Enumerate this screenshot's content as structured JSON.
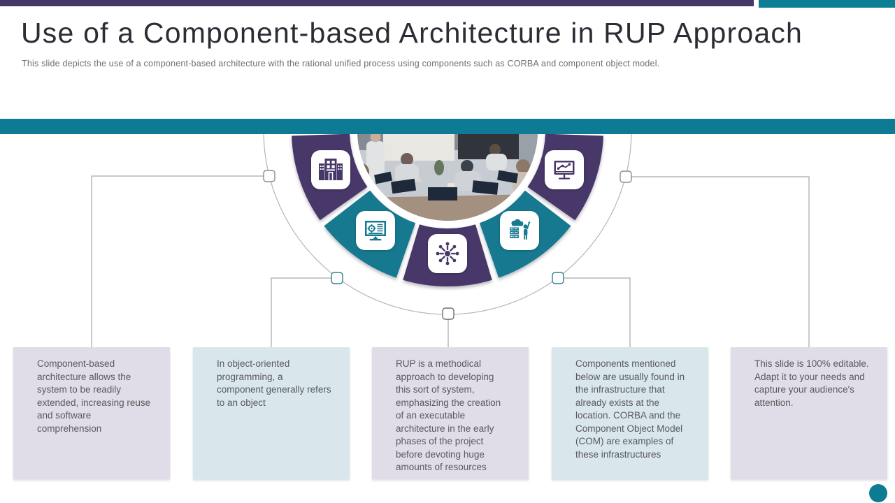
{
  "header": {
    "title": "Use of a Component-based Architecture in RUP Approach",
    "subtitle": "This slide depicts the use of a component-based architecture with the rational unified process using components such as CORBA and component object model."
  },
  "decor": {
    "top_bar_purple": "#453767",
    "top_bar_teal": "#0e7d96",
    "band_teal": "#0d7b93",
    "purple": "#483769",
    "teal": "#16798f",
    "line_gray": "#a6a6a6",
    "outline_gray": "#b5b5b5",
    "badge_white": "#ffffff",
    "corner_dot_teal": "#0d7b93"
  },
  "diagram": {
    "photo": "meeting-room-photo",
    "segments": [
      {
        "icon": "building-icon",
        "color": "#483769"
      },
      {
        "icon": "monitor-gear-icon",
        "color": "#16798f"
      },
      {
        "icon": "network-hub-icon",
        "color": "#483769"
      },
      {
        "icon": "cloud-server-team-icon",
        "color": "#16798f"
      },
      {
        "icon": "chart-monitor-icon",
        "color": "#483769"
      }
    ]
  },
  "boxes": [
    {
      "text": "Component-based architecture allows the system to be readily extended, increasing reuse and software comprehension",
      "bg": "#e0dde9"
    },
    {
      "text": "In object-oriented programming, a component generally refers to an object",
      "bg": "#d9e7ed"
    },
    {
      "text": "RUP is a methodical approach to developing this sort of system, emphasizing the creation of an executable architecture in the early phases of the project before devoting huge amounts of resources",
      "bg": "#e0dde9"
    },
    {
      "text": "Components mentioned below are usually found in the infrastructure that already exists at the location. CORBA and the Component Object Model (COM) are examples of these infrastructures",
      "bg": "#d9e7ed"
    },
    {
      "text": "This slide is 100% editable. Adapt it to your needs and capture your audience's attention.",
      "bg": "#e0dde9"
    }
  ]
}
